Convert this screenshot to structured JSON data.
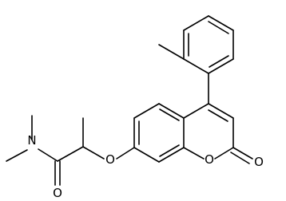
{
  "molecule": {
    "atoms": [
      {
        "id": "N",
        "symbol": "N"
      },
      {
        "id": "O_carbonyl",
        "symbol": "O"
      },
      {
        "id": "O_ether",
        "symbol": "O"
      },
      {
        "id": "O_ring",
        "symbol": "O"
      },
      {
        "id": "O_lactone",
        "symbol": "O"
      }
    ]
  },
  "colors": {
    "bond": "#000000",
    "background": "#ffffff"
  }
}
